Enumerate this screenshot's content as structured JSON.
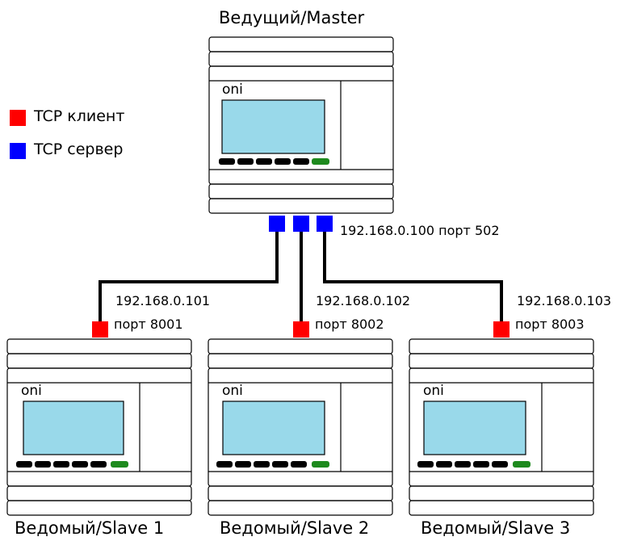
{
  "master": {
    "title": "Ведущий/Master",
    "brand": "oni",
    "address": "192.168.0.100 порт 502"
  },
  "legend": [
    {
      "label": "TCP клиент",
      "color": "#ff0000"
    },
    {
      "label": "TCP сервер",
      "color": "#0000ff"
    }
  ],
  "slaves": [
    {
      "title": "Ведомый/Slave 1",
      "brand": "oni",
      "ip": "192.168.0.101",
      "port": "порт 8001"
    },
    {
      "title": "Ведомый/Slave 2",
      "brand": "oni",
      "ip": "192.168.0.102",
      "port": "порт 8002"
    },
    {
      "title": "Ведомый/Slave 3",
      "brand": "oni",
      "ip": "192.168.0.103",
      "port": "порт 8003"
    }
  ],
  "colors": {
    "screen": "#99d9ea",
    "key_black": "#000000",
    "key_green": "#1e8a1e",
    "outline": "#000000"
  }
}
